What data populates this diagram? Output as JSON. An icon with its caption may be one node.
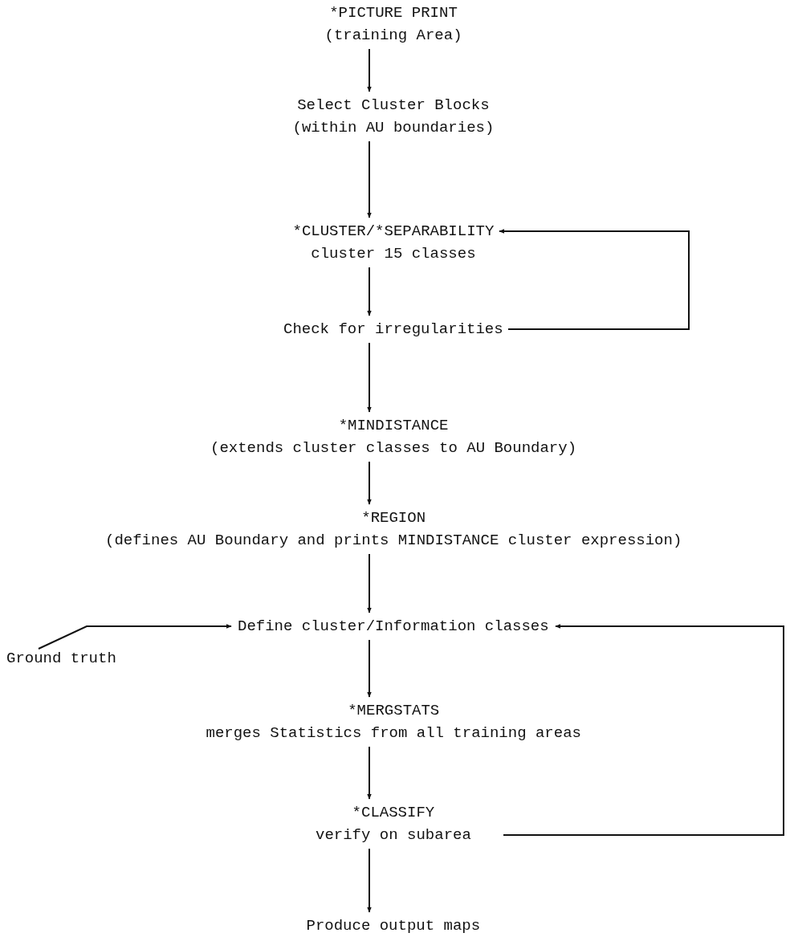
{
  "diagram": {
    "nodes": [
      {
        "text": [
          "*PICTURE PRINT",
          "(training Area)"
        ]
      },
      {
        "text": [
          "Select Cluster Blocks",
          "(within AU boundaries)"
        ]
      },
      {
        "text": [
          "*CLUSTER/*SEPARABILITY",
          "cluster 15 classes"
        ]
      },
      {
        "text": [
          "Check for irregularities"
        ]
      },
      {
        "text": [
          "*MINDISTANCE",
          "(extends cluster classes to AU Boundary)"
        ]
      },
      {
        "text": [
          "*REGION",
          "(defines AU Boundary and prints MINDISTANCE cluster expression)"
        ]
      },
      {
        "text": [
          "Define cluster/Information classes"
        ]
      },
      {
        "text": [
          "Ground truth"
        ]
      },
      {
        "text": [
          "*MERGSTATS",
          "merges Statistics from all training areas"
        ]
      },
      {
        "text": [
          "*CLASSIFY",
          "verify on subarea"
        ]
      },
      {
        "text": [
          "Produce output maps"
        ]
      }
    ],
    "edges": [
      {
        "from": 0,
        "to": 1,
        "arrow": "to"
      },
      {
        "from": 1,
        "to": 2,
        "arrow": "to"
      },
      {
        "from": 2,
        "to": 3,
        "arrow": "to"
      },
      {
        "from": 3,
        "to": 2,
        "arrow": "to"
      },
      {
        "from": 3,
        "to": 4,
        "arrow": "to"
      },
      {
        "from": 4,
        "to": 5,
        "arrow": "to"
      },
      {
        "from": 5,
        "to": 6,
        "arrow": "to"
      },
      {
        "from": 7,
        "to": 6,
        "arrow": "to"
      },
      {
        "from": 9,
        "to": 6,
        "arrow": "to"
      },
      {
        "from": 6,
        "to": 8,
        "arrow": "to"
      },
      {
        "from": 8,
        "to": 9,
        "arrow": "to"
      },
      {
        "from": 9,
        "to": 10,
        "arrow": "to"
      }
    ]
  }
}
